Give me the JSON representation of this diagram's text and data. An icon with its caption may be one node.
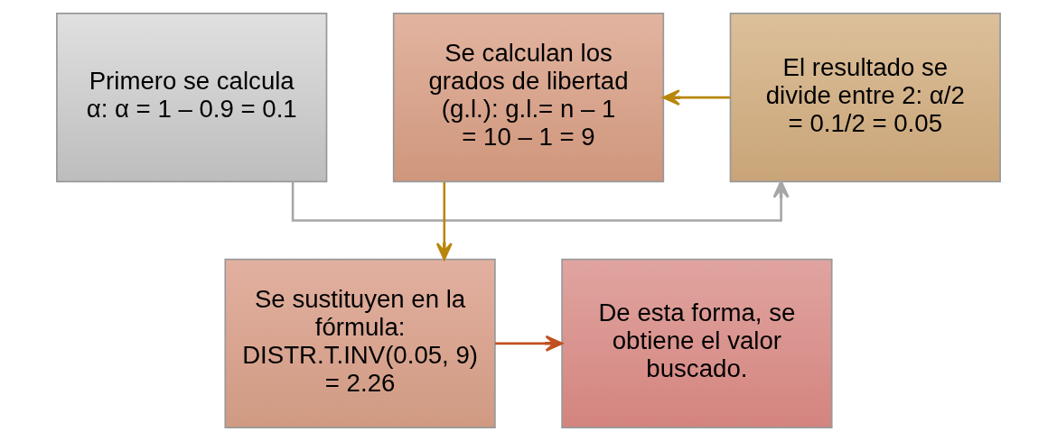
{
  "diagram": {
    "nodes": [
      {
        "text": [
          "Primero se calcula α: α = 1 – 0.9 = 0.1"
        ]
      },
      {
        "text": [
          "El resultado se divide entre 2: α/2 = 0.1/2 = 0.05"
        ]
      },
      {
        "text": [
          "Se calculan los grados de libertad (g.l.): g.l.= n – 1 = 10 – 1 = 9"
        ]
      },
      {
        "text": [
          "Se sustituyen en la fórmula: DISTR.T.INV(0.05, 9) = 2.26"
        ]
      },
      {
        "text": [
          "De esta forma, se obtiene el valor buscado."
        ]
      }
    ],
    "edges": [
      {
        "from": 0,
        "to": 1,
        "arrow": "to",
        "color": "#a6a6a6"
      },
      {
        "from": 1,
        "to": 2,
        "arrow": "to"
      },
      {
        "from": 2,
        "to": 3,
        "arrow": "to"
      },
      {
        "from": 3,
        "to": 4,
        "arrow": "to",
        "color": "#c0501f"
      }
    ]
  }
}
